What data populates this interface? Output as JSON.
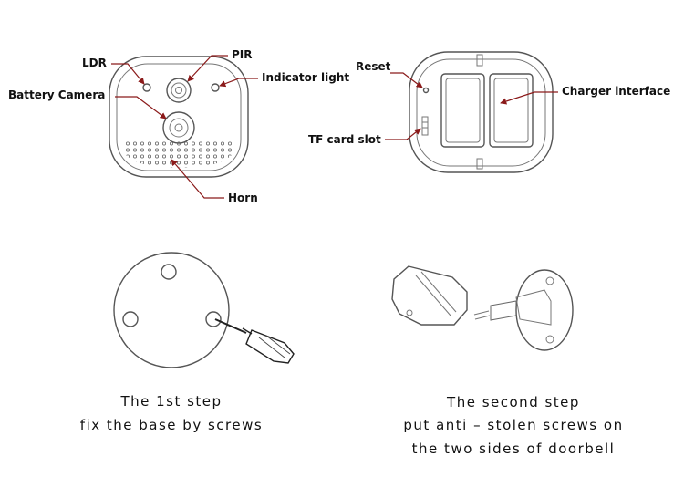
{
  "front_view": {
    "labels": {
      "ldr": "LDR",
      "pir": "PIR",
      "indicator": "Indicator light",
      "camera": "Battery Camera",
      "horn": "Horn"
    }
  },
  "back_view": {
    "labels": {
      "reset": "Reset",
      "charger": "Charger interface",
      "tf_slot": "TF card slot"
    }
  },
  "steps": {
    "step1": {
      "title": "The 1st step",
      "desc": "fix the base by screws"
    },
    "step2": {
      "title": "The second step",
      "desc1": "put anti – stolen screws on",
      "desc2": "the two sides of doorbell"
    }
  },
  "colors": {
    "line": "#222222",
    "outline": "#555555",
    "pointer": "#8b1a1a"
  }
}
